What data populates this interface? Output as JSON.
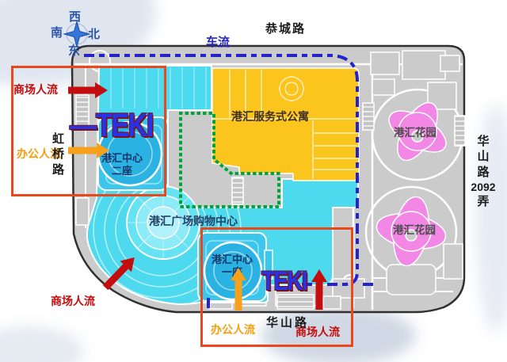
{
  "compass": {
    "west": "西",
    "south": "南",
    "north": "北",
    "east": "东"
  },
  "roads": {
    "top": "恭城路",
    "bottom": "华山路",
    "left": [
      "虹",
      "桥",
      "路"
    ],
    "right": [
      "华",
      "山",
      "路",
      "2092",
      "弄"
    ]
  },
  "flows": {
    "vehicle": {
      "label": "车流",
      "color": "#2424c8",
      "style": "blue dashed route"
    },
    "mall": {
      "label": "商场人流",
      "color": "#c40d0d",
      "arrows": [
        "right",
        "up-right",
        "up"
      ]
    },
    "office": {
      "label": "办公人流",
      "color": "#f59f10",
      "arrows": [
        "right",
        "up"
      ]
    }
  },
  "buildings": {
    "shopping_mall": {
      "label": "港汇广场购物中心",
      "color": "#4dd9ee"
    },
    "apartment": {
      "label": "港汇服务式公寓",
      "color": "#fcc51d"
    },
    "tower1": {
      "line1": "港汇中心",
      "line2": "一座",
      "color": "#2ab2e2"
    },
    "tower2": {
      "line1": "港汇中心",
      "line2": "二座",
      "color": "#2ab2e2"
    },
    "garden_upper": {
      "label": "港汇花园",
      "color": "#f287e6"
    },
    "garden_lower": {
      "label": "港汇花园",
      "color": "#f287e6"
    }
  },
  "watermarks": {
    "upper_left": "—TEKI",
    "bottom": "TEKI"
  },
  "colors": {
    "site_grey": "#cbcbcb",
    "boundary": "#303030",
    "highlight_box": "#e8481c",
    "green_dotted": "#00a43d",
    "pink": "#f287e6",
    "cyan": "#4dd9ee",
    "yellow": "#fcc51d"
  }
}
